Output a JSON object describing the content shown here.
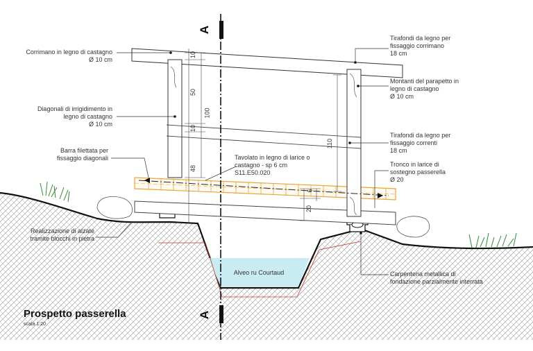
{
  "title": "Prospetto passerella",
  "scale": "scala 1:20",
  "section_marker": "A",
  "labels": {
    "handrail": [
      "Corrimano in legno di castagno",
      "Ø 10 cm"
    ],
    "diagonals": [
      "Diagonali di irrigidimento in",
      "legno di castagno",
      "Ø 10 cm"
    ],
    "threaded_bar": [
      "Barra filettata per",
      "fissaggio diagonali"
    ],
    "stone_blocks": [
      "Realizzazione di alzate",
      "tramite blocchi in pietra"
    ],
    "decking": [
      "Tavolato in legno di larice o",
      "castagno - sp 6 cm",
      "S11.E50.020"
    ],
    "lag_handrail": [
      "Tirafondi da legno per",
      "fissaggio corrimano",
      "18 cm"
    ],
    "posts": [
      "Montanti del parapetto in",
      "legno di castagno",
      "Ø 10 cm"
    ],
    "lag_rails": [
      "Tirafondi da legno per",
      "fissaggio correnti",
      "18 cm"
    ],
    "log": [
      "Tronco in larice di",
      "sostegno passerella",
      "Ø 20"
    ],
    "riverbed": [
      "Alveo ru Courtaud"
    ],
    "steelwork": [
      "Carpenteria metallica di",
      "fondazione  parzialmente interrata"
    ]
  },
  "dimensions": {
    "d10_top": "10",
    "d50": "50",
    "d100": "100",
    "d10_mid": "10",
    "d48": "48",
    "d110": "110",
    "d6": "6",
    "d20": "20"
  },
  "colors": {
    "deck": "#e8a53a",
    "water": "#c8ecf2",
    "red_line": "#c0392b",
    "ink": "#222222",
    "grass": "#2f8a2f"
  }
}
